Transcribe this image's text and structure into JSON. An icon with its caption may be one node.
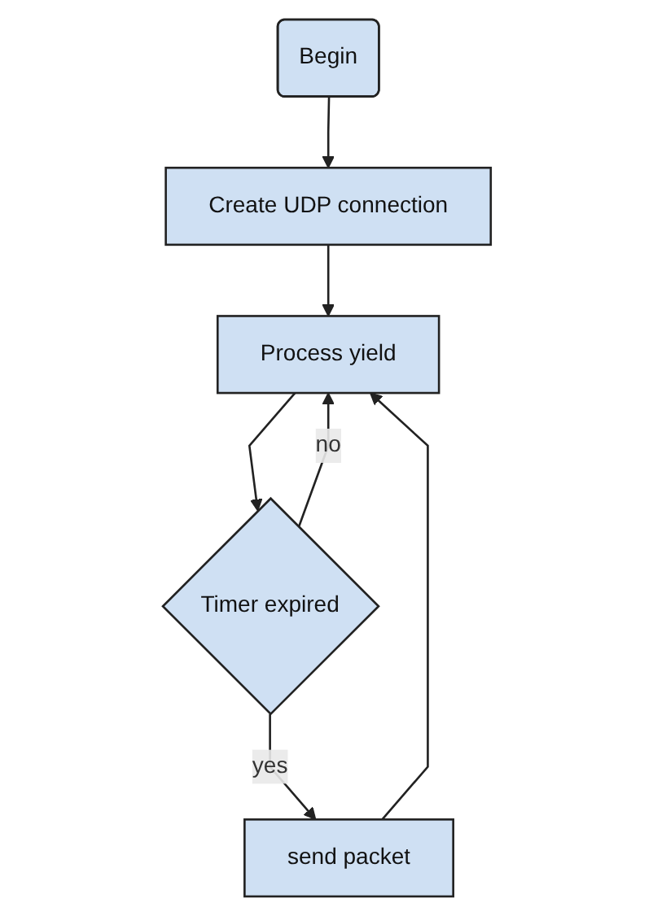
{
  "diagram": {
    "nodes": [
      {
        "text": [
          "Begin"
        ]
      },
      {
        "text": [
          "Create UDP connection"
        ]
      },
      {
        "text": [
          "Process yield"
        ]
      },
      {
        "text": [
          "Timer expired"
        ]
      },
      {
        "text": [
          "send packet"
        ]
      }
    ],
    "edges": [
      {
        "from": 0,
        "to": 1,
        "arrow": "to"
      },
      {
        "from": 1,
        "to": 2,
        "arrow": "to"
      },
      {
        "from": 2,
        "to": 3,
        "arrow": "to"
      },
      {
        "from": 3,
        "to": 2,
        "label": "no",
        "arrow": "to"
      },
      {
        "from": 3,
        "to": 4,
        "label": "yes",
        "arrow": "to"
      },
      {
        "from": 4,
        "to": 2,
        "arrow": "to"
      }
    ]
  }
}
